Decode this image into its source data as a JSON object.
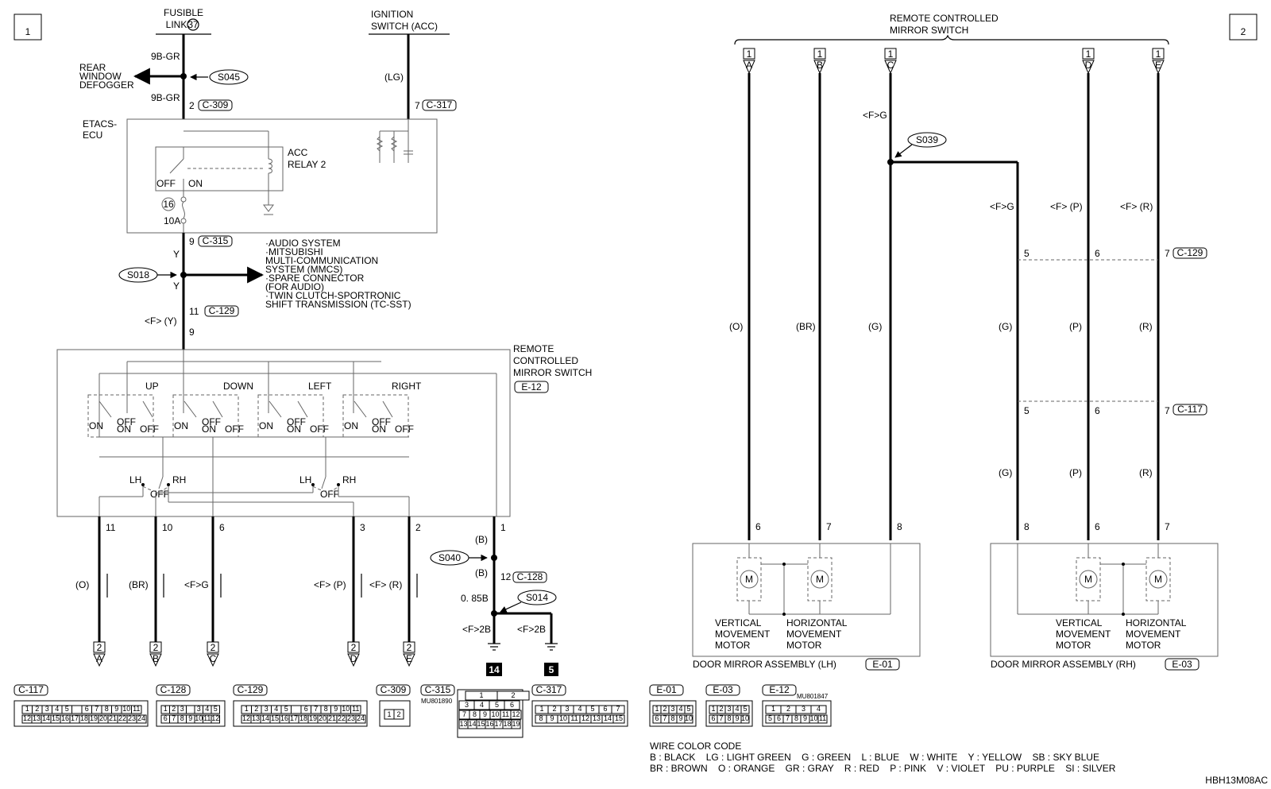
{
  "pages": {
    "left": "1",
    "right": "2"
  },
  "power": {
    "fusible_link_line1": "FUSIBLE",
    "fusible_link_line2": "LINK",
    "fusible_link_num": "37",
    "ignition_line1": "IGNITION",
    "ignition_line2": "SWITCH (ACC)",
    "wire_9bgr": "9B-GR",
    "wire_lg": "(LG)",
    "rear_defogger": [
      "REAR",
      "WINDOW",
      "DEFOGGER"
    ],
    "splice_s045": "S045",
    "pin_2": "2",
    "conn_c309": "C-309",
    "pin_7": "7",
    "conn_c317": "C-317"
  },
  "etacs": {
    "label": [
      "ETACS-",
      "ECU"
    ],
    "relay": [
      "ACC",
      "RELAY 2"
    ],
    "off": "OFF",
    "on": "ON",
    "fuse_num": "16",
    "fuse_amp": "10A",
    "pin_9": "9",
    "conn_c315": "C-315"
  },
  "y_bus": {
    "wire_y": "Y",
    "splice_s018": "S018",
    "systems": [
      "·AUDIO SYSTEM",
      "·MITSUBISHI",
      "MULTI-COMMUNICATION",
      "SYSTEM (MMCS)",
      "·SPARE CONNECTOR",
      "(FOR AUDIO)",
      "·TWIN CLUTCH-SPORTRONIC",
      "SHIFT TRANSMISSION (TC-SST)"
    ],
    "pin_11": "11",
    "conn_c129": "C-129",
    "fy": "<F> (Y)",
    "pin_9": "9"
  },
  "mirror_switch": {
    "title": [
      "REMOTE",
      "CONTROLLED",
      "MIRROR SWITCH"
    ],
    "conn": "E-12",
    "dirs": [
      "UP",
      "DOWN",
      "LEFT",
      "RIGHT"
    ],
    "on": "ON",
    "off": "OFF",
    "lh": "LH",
    "rh": "RH",
    "outputs": [
      {
        "pin": "11",
        "wire": "(O)",
        "page": "2",
        "letter": "A"
      },
      {
        "pin": "10",
        "wire": "(BR)",
        "page": "2",
        "letter": "B"
      },
      {
        "pin": "6",
        "wire": "<F>G",
        "page": "2",
        "letter": "C"
      },
      {
        "pin": "3",
        "wire": "<F> (P)",
        "page": "2",
        "letter": "D"
      },
      {
        "pin": "2",
        "wire": "<F> (R)",
        "page": "2",
        "letter": "E"
      }
    ],
    "ground_pin": "1"
  },
  "ground": {
    "wire_b": "(B)",
    "splice_s040": "S040",
    "pin_12": "12",
    "conn_c128": "C-128",
    "wire_085b": "0. 85B",
    "splice_s014": "S014",
    "f2b": "<F>2B",
    "ground_14": "14",
    "ground_5": "5"
  },
  "right": {
    "title": [
      "REMOTE CONTROLLED",
      "MIRROR SWITCH"
    ],
    "from": [
      {
        "page": "1",
        "letter": "A"
      },
      {
        "page": "1",
        "letter": "B"
      },
      {
        "page": "1",
        "letter": "C"
      },
      {
        "page": "1",
        "letter": "D"
      },
      {
        "page": "1",
        "letter": "E"
      }
    ],
    "fg": "<F>G",
    "fp": "<F> (P)",
    "fr": "<F> (R)",
    "splice_s039": "S039",
    "wires_lh": [
      "(O)",
      "(BR)",
      "(G)"
    ],
    "wires_rh": [
      "(G)",
      "(P)",
      "(R)"
    ],
    "c129_pins": [
      "5",
      "6",
      "7"
    ],
    "conn_c129": "C-129",
    "c117_pins": [
      "5",
      "6",
      "7"
    ],
    "conn_c117": "C-117",
    "lh_pins": [
      "6",
      "7",
      "8"
    ],
    "rh_pins": [
      "8",
      "6",
      "7"
    ],
    "motor_m": "M",
    "vertical": [
      "VERTICAL",
      "MOVEMENT",
      "MOTOR"
    ],
    "horizontal": [
      "HORIZONTAL",
      "MOVEMENT",
      "MOTOR"
    ],
    "lh_assembly": "DOOR MIRROR ASSEMBLY (LH)",
    "lh_conn": "E-01",
    "rh_assembly": "DOOR MIRROR ASSEMBLY (RH)",
    "rh_conn": "E-03"
  },
  "connectors": {
    "c117": {
      "name": "C-117",
      "row1": [
        "1",
        "2",
        "3",
        "4",
        "5",
        "",
        "6",
        "7",
        "8",
        "9",
        "10",
        "11"
      ],
      "row2": [
        "12",
        "13",
        "14",
        "15",
        "16",
        "17",
        "18",
        "19",
        "20",
        "21",
        "22",
        "23",
        "24"
      ]
    },
    "c128": {
      "name": "C-128",
      "row1": [
        "1",
        "2",
        "3",
        "",
        "3",
        "4",
        "5"
      ],
      "row2": [
        "6",
        "7",
        "8",
        "9",
        "10",
        "11",
        "12"
      ]
    },
    "c129": {
      "name": "C-129",
      "row1": [
        "1",
        "2",
        "3",
        "4",
        "5",
        "",
        "6",
        "7",
        "8",
        "9",
        "10",
        "11"
      ],
      "row2": [
        "12",
        "13",
        "14",
        "15",
        "16",
        "17",
        "18",
        "19",
        "20",
        "21",
        "22",
        "23",
        "24"
      ]
    },
    "c309": {
      "name": "C-309",
      "pins": [
        "1",
        "2"
      ]
    },
    "c315": {
      "name": "C-315",
      "part": "MU801890",
      "row1": [
        "1",
        "2"
      ],
      "row2": [
        "3",
        "4",
        "5",
        "6"
      ],
      "row3": [
        "7",
        "8",
        "9",
        "10",
        "11",
        "12"
      ],
      "row4": [
        "13",
        "14",
        "15",
        "16",
        "17",
        "18",
        "19"
      ]
    },
    "c317": {
      "name": "C-317",
      "row1": [
        "1",
        "2",
        "3",
        "4",
        "5",
        "6",
        "7"
      ],
      "row2": [
        "8",
        "9",
        "10",
        "11",
        "12",
        "13",
        "14",
        "15"
      ]
    },
    "e01": {
      "name": "E-01",
      "row1": [
        "1",
        "2",
        "3",
        "4",
        "5"
      ],
      "row2": [
        "6",
        "7",
        "8",
        "9",
        "10"
      ]
    },
    "e03": {
      "name": "E-03",
      "row1": [
        "1",
        "2",
        "3",
        "4",
        "5"
      ],
      "row2": [
        "6",
        "7",
        "8",
        "9",
        "10"
      ]
    },
    "e12": {
      "name": "E-12",
      "part": "MU801847",
      "row1": [
        "1",
        "2",
        "3",
        "4"
      ],
      "row2": [
        "5",
        "6",
        "7",
        "8",
        "9",
        "10",
        "11"
      ]
    }
  },
  "wire_color_code": {
    "title": "WIRE COLOR CODE",
    "line1": "B : BLACK    LG : LIGHT GREEN    G : GREEN    L : BLUE    W : WHITE    Y : YELLOW    SB : SKY BLUE",
    "line2": "BR : BROWN    O : ORANGE    GR : GRAY    R : RED    P : PINK    V : VIOLET    PU : PURPLE    SI : SILVER"
  },
  "code": "HBH13M08AC"
}
